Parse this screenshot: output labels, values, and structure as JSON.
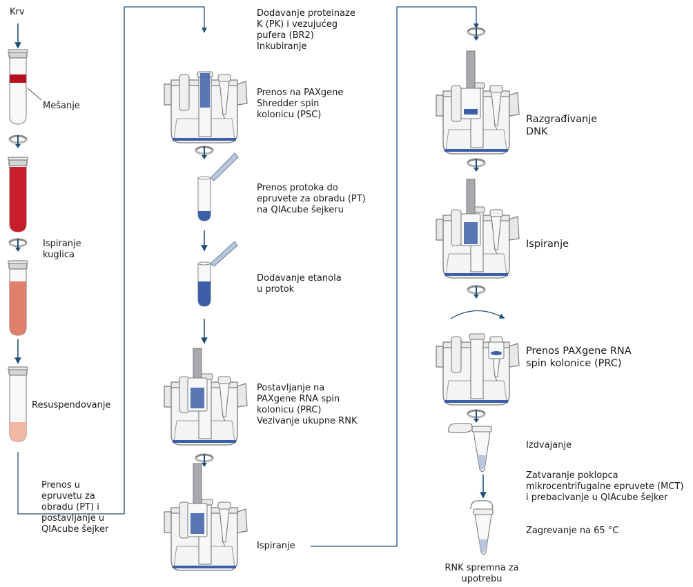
{
  "colors": {
    "arrow": "#1f4e79",
    "connector": "#1f4e79",
    "blood_dark": "#b4121f",
    "blood_mix": "#c81e2c",
    "pellet_wash": "#e0806a",
    "resuspended": "#f2b8a4",
    "sample_blue": "#3d5fa8",
    "plastic_outline": "#7a7a7a",
    "plastic_fill": "#f3f4f5"
  },
  "steps": {
    "krv": "Krv",
    "mesanje": "Mešanje",
    "ispiranje_kuglica": "Ispiranje\nkuglica",
    "resuspendovanje": "Resuspendovanje",
    "prenos_epruveta": "Prenos u\nepruvetu za\nobradu (PT) i\npostavljanje u\nQIAcube šejker",
    "dodavanje_pk": "Dodavanje proteinaze\nK (PK) i vezujućeg\npufera (BR2)\nInkubiranje",
    "prenos_psc": "Prenos na PAXgene\nShredder spin\nkolonicu (PSC)",
    "prenos_protoka": "Prenos protoka do\nepruvete za obradu (PT)\nna QIAcube šejkeru",
    "dodavanje_etanola": "Dodavanje etanola\nu protok",
    "postavljanje_prc": "Postavljanje na\nPAXgene RNA spin\nkolonicu (PRC)\nVezivanje ukupne RNK",
    "ispiranje_1": "Ispiranje",
    "razgradjivanje": "Razgrađivanje\nDNK",
    "ispiranje_2": "Ispiranje",
    "prenos_prc": "Prenos PAXgene RNA\nspin kolonice (PRC)",
    "izdvajanje": "Izdvajanje",
    "zatvaranje": "Zatvaranje poklopca\nmikrocentrifugalne epruvete (MCT)\ni prebacivanje u QIAcube šejker",
    "zagrevanje": "Zagrevanje na 65 °C",
    "rnk_spremna": "RNK spremna za\nupotrebu"
  }
}
